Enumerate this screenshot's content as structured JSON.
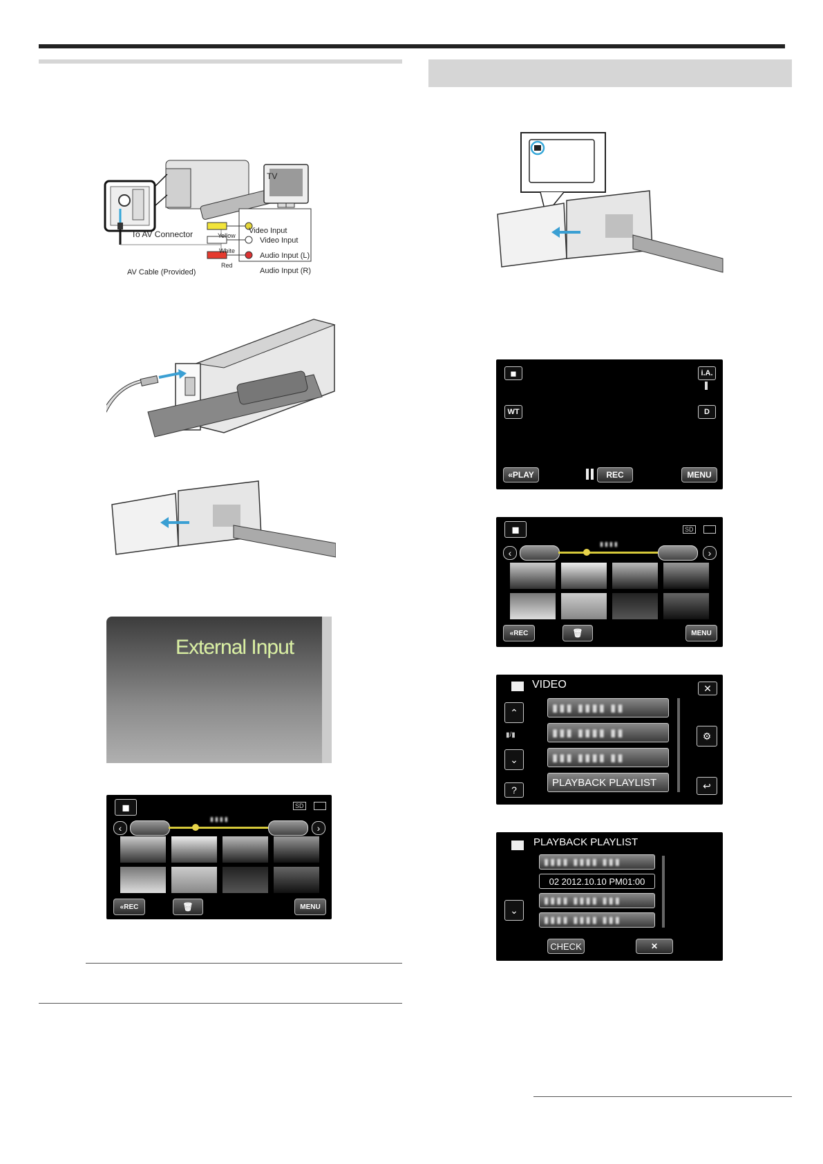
{
  "figures": {
    "connection": {
      "tv_label": "TV",
      "to_av_connector": "To AV Connector",
      "av_cable": "AV Cable (Provided)",
      "video_input_header": "Video Input",
      "yellow": "Yellow",
      "white": "White",
      "red": "Red",
      "video_input": "Video Input",
      "audio_left": "Audio Input (L)",
      "audio_right": "Audio Input (R)"
    },
    "external_input_screen": {
      "title": "External Input"
    },
    "record_screen": {
      "ia": "i.A.",
      "wt": "WT",
      "d": "D",
      "play": "«PLAY",
      "rec": "REC",
      "menu": "MENU"
    },
    "index_screen": {
      "sd": "SD",
      "rec": "«REC",
      "menu": "MENU"
    },
    "video_menu": {
      "title": "VIDEO",
      "item_placeholder": "▮▮▮ ▮▮▮▮ ▮▮",
      "playback_playlist": "PLAYBACK PLAYLIST",
      "help": "?",
      "page_indicator": "▮/▮"
    },
    "playlist_screen": {
      "title": "PLAYBACK PLAYLIST",
      "item_placeholder": "▮▮▮▮ ▮▮▮▮ ▮▮▮",
      "selected_item": "02  2012.10.10  PM01:00",
      "check": "CHECK"
    }
  }
}
